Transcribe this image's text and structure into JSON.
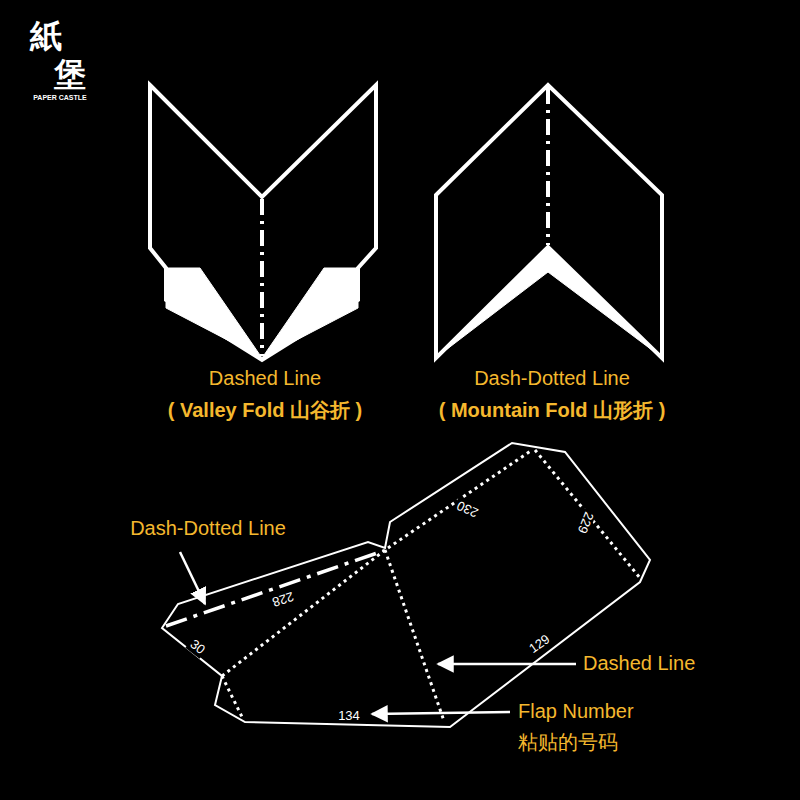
{
  "diagram": {
    "labels": [
      "紙",
      "堡",
      "PAPER CASTLE",
      "Dashed Line",
      "( Valley Fold 山谷折 )",
      "Dash-Dotted Line",
      "( Mountain Fold 山形折 )",
      "Dash-Dotted Line",
      "228",
      "30",
      "230",
      "229",
      "129",
      "134",
      "Dashed Line",
      "Flap Number",
      "粘贴的号码"
    ]
  }
}
